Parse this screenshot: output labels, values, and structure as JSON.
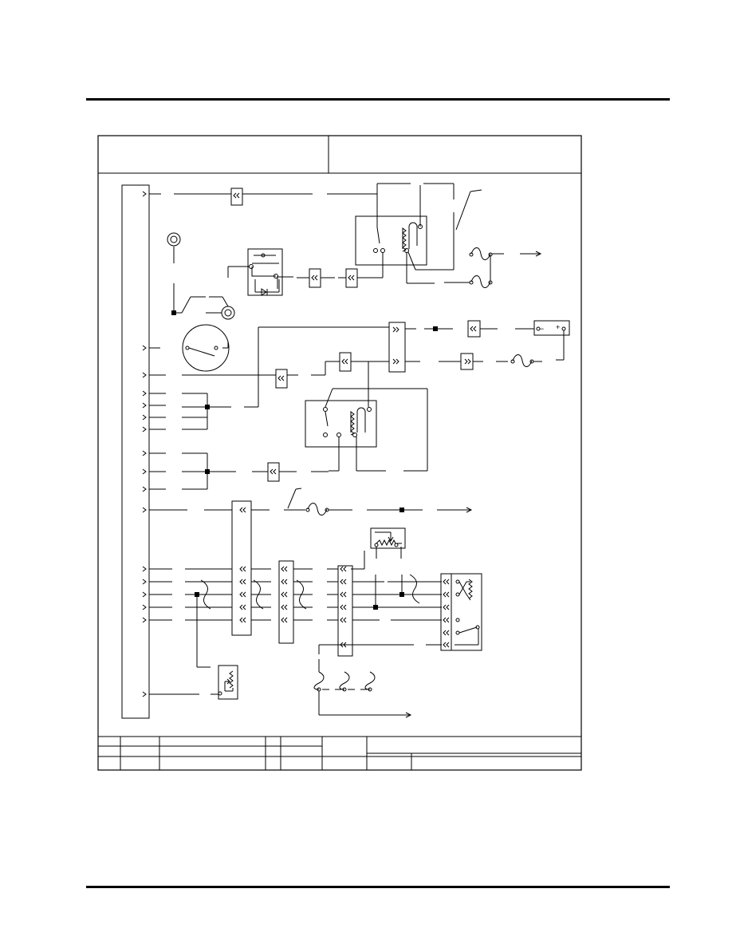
{
  "page": {
    "background": "#ffffff",
    "ink": "#000000"
  },
  "diagram": {
    "kind": "vehicle wiring schematic",
    "symbols": {
      "connector_in": "«",
      "connector_out": "»",
      "battery_minus": "−",
      "battery_plus": "+"
    },
    "components": [
      "connector-pin-panel",
      "relay",
      "heater-switch",
      "lamp",
      "fuse",
      "battery",
      "fan-motor",
      "potentiometer",
      "control-module"
    ]
  }
}
